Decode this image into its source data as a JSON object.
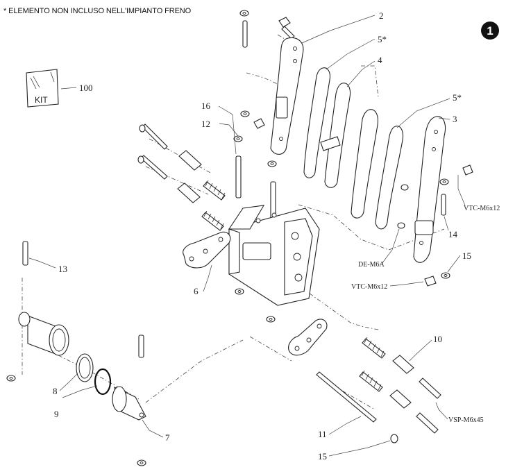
{
  "note": "* ELEMENTO NON INCLUSO NELL'IMPIANTO FRENO",
  "page_badge": "1",
  "kit_label": "KIT",
  "callouts": {
    "c2": "2",
    "c5a": "5*",
    "c4": "4",
    "c5b": "5*",
    "c3": "3",
    "c16": "16",
    "c12": "12",
    "c100": "100",
    "c13": "13",
    "c6": "6",
    "c8": "8",
    "c9": "9",
    "c7": "7",
    "c10": "10",
    "c11": "11",
    "c15a": "15",
    "c15b": "15",
    "c14": "14",
    "vtc_a": "VTC-M6x12",
    "vtc_b": "VTC-M6x12",
    "de": "DE-M6A",
    "vsp": "VSP-M6x45"
  }
}
